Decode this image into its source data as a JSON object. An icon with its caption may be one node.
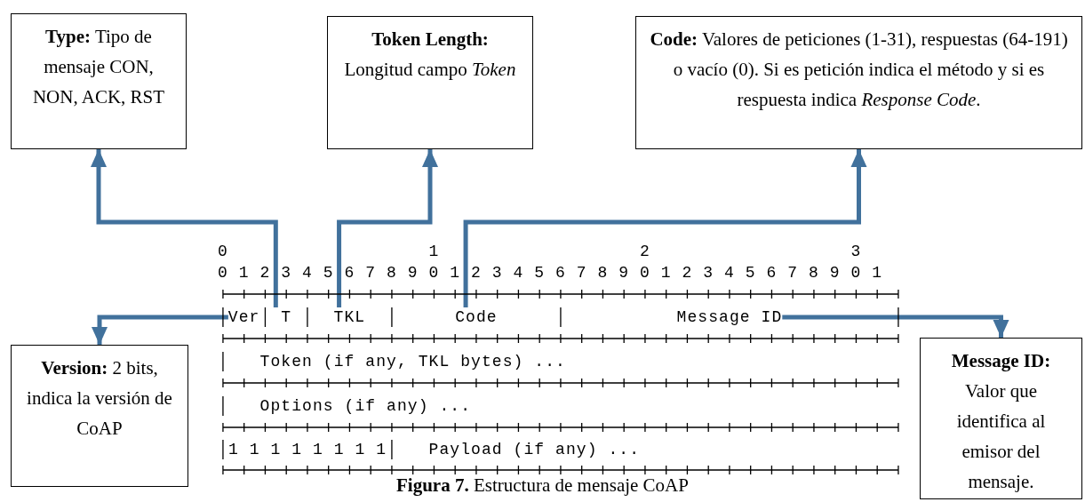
{
  "diagram": {
    "caption": "**Figura 7.** Estructura de mensaje CoAP",
    "nodes": [
      {
        "text": [
          "**Type:** Tipo de mensaje CON, NON, ACK, RST"
        ]
      },
      {
        "text": [
          "**Token Length:** Longitud campo *Token*"
        ]
      },
      {
        "text": [
          "**Code:** Valores de peticiones (1-31), respuestas (64-191) o vacío (0). Si es petición indica el método y si es respuesta indica *Response Code*."
        ]
      },
      {
        "text": [
          "Ver"
        ]
      },
      {
        "text": [
          "T"
        ]
      },
      {
        "text": [
          "TKL"
        ]
      },
      {
        "text": [
          "Code"
        ]
      },
      {
        "text": [
          "Message ID"
        ]
      },
      {
        "text": [
          "**Version:** 2 bits, indica la versión de CoAP"
        ]
      },
      {
        "text": [
          "**Message ID:** Valor que identifica al emisor del mensaje."
        ]
      }
    ],
    "edges": [
      {
        "from": 4,
        "to": 0,
        "arrow": "to"
      },
      {
        "from": 5,
        "to": 1,
        "arrow": "to"
      },
      {
        "from": 6,
        "to": 2,
        "arrow": "to"
      },
      {
        "from": 3,
        "to": 8,
        "arrow": "to"
      },
      {
        "from": 7,
        "to": 9,
        "arrow": "to"
      }
    ],
    "labels": [
      "0",
      "1",
      "2",
      "3",
      "0 1 2 3 4 5 6 7 8 9 0 1 2 3 4 5 6 7 8 9 0 1 2 3 4 5 6 7 8 9 0 1",
      "Token (if any, TKL bytes) ...",
      "Options (if any) ...",
      "1 1 1 1 1 1 1 1",
      "Payload (if any) ..."
    ]
  }
}
